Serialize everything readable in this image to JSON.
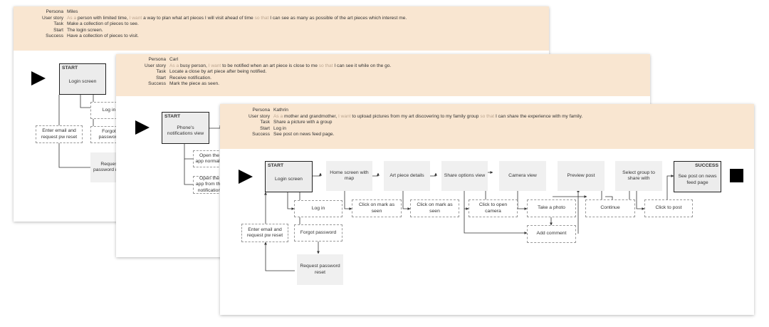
{
  "labels": {
    "persona": "Persona",
    "user_story": "User story",
    "task": "Task",
    "start": "Start",
    "success": "Success",
    "as_a": "As a",
    "i_want": "I want",
    "so_that": "so that"
  },
  "cards": [
    {
      "persona": "Miles",
      "story_who": "person with limited time,",
      "story_want": "a way to plan what art pieces I will visit ahead of time",
      "story_benefit": "I can see as many as possible of the art pieces which interest me.",
      "task": "Make a collection of pieces to see.",
      "start": "The login screen.",
      "success": "Have a collection of pieces to visit.",
      "nodes": {
        "start_label": "START",
        "start_screen": "Login screen",
        "log_in": "Log in",
        "forgot": "Forgot password",
        "enter_email": "Enter email and request pw reset",
        "request": "Request password reset"
      }
    },
    {
      "persona": "Carl",
      "story_who": "busy person,",
      "story_want": "to be notified when an art piece is close to me",
      "story_benefit": "I can see it while on the go.",
      "task": "Locate a close by art piece after being notified.",
      "start": "Receive notification.",
      "success": "Mark the piece as seen.",
      "nodes": {
        "start_label": "START",
        "start_screen": "Phone's notifications view",
        "open_normal": "Open the app normally",
        "open_notif": "Open the app from the notification"
      }
    },
    {
      "persona": "Kathrin",
      "story_who": "mother and grandmother,",
      "story_want": "to upload pictures from my art discovering to my family group",
      "story_benefit": "I can share the experience with my family.",
      "task": "Share a picture with a group",
      "start": "Log in",
      "success": "See post on news feed page.",
      "nodes": {
        "start_label": "START",
        "start_screen": "Login screen",
        "log_in": "Log in",
        "forgot": "Forgot password",
        "enter_email": "Enter email and request pw reset",
        "request": "Request password reset",
        "home": "Home screen with map",
        "click_mark": "Click on mark as seen",
        "art_details": "Art piece details",
        "click_mark2": "Click on mark as seen",
        "share_options": "Share options view",
        "click_camera": "Click to open camera",
        "camera_view": "Camera view",
        "take_photo": "Take a photo",
        "add_comment": "Add comment",
        "preview": "Preview post",
        "continue": "Continue",
        "select_group": "Select group to share with",
        "click_post": "Click to post",
        "success_label": "SUCCESS",
        "success_screen": "See post on news feed page"
      }
    }
  ]
}
